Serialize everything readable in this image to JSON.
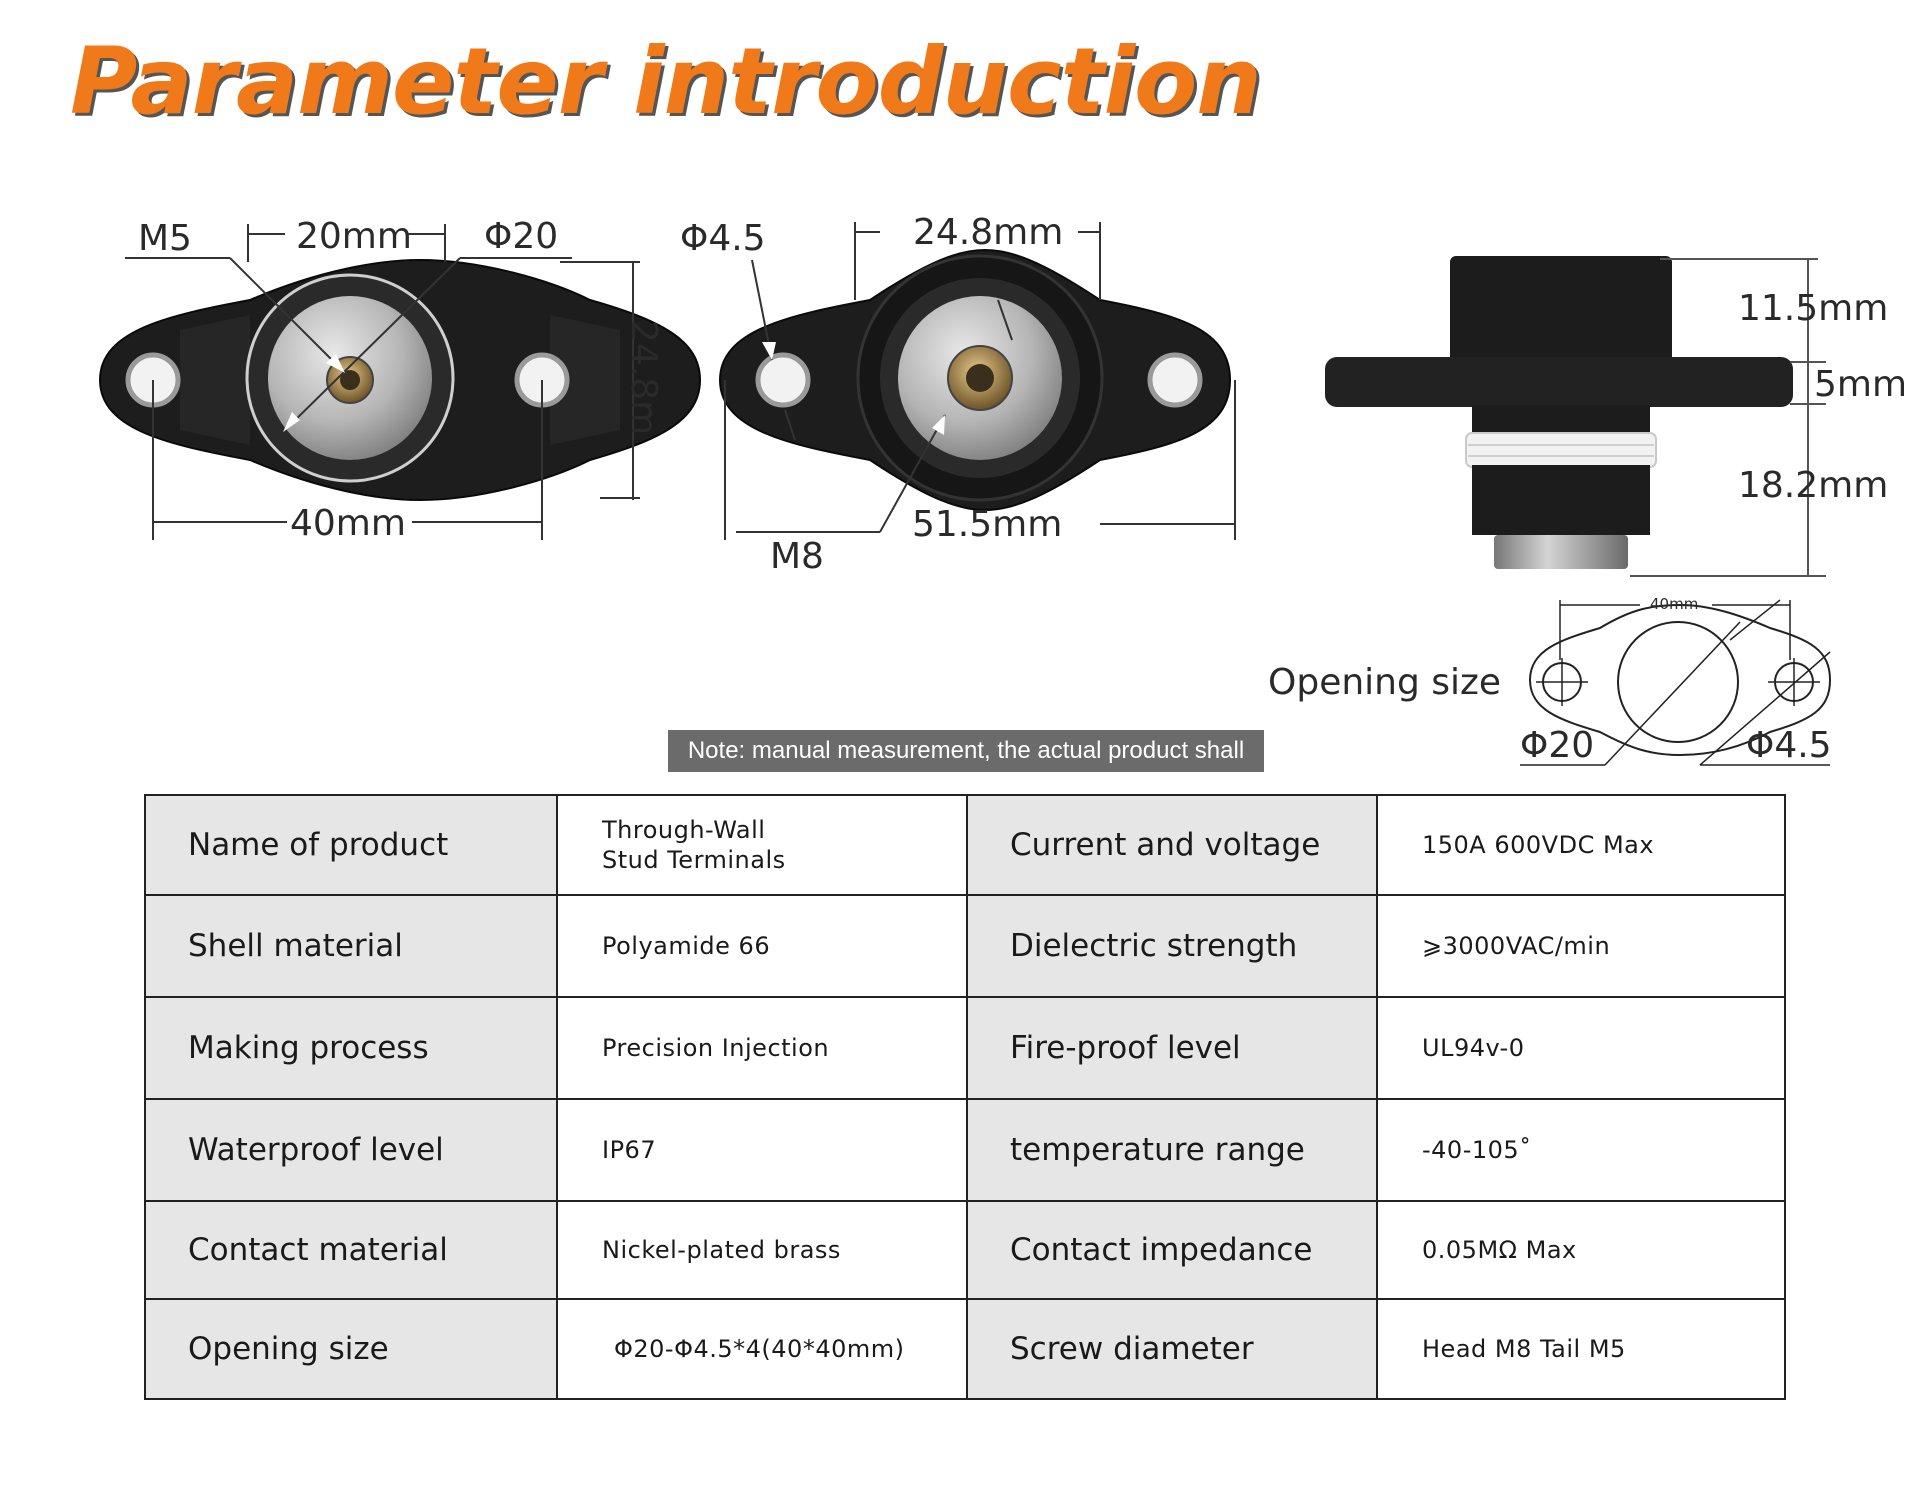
{
  "title": "Parameter introduction",
  "figures": {
    "top_view": {
      "m5": "M5",
      "width_inner": "20mm",
      "phi": "Φ20",
      "height": "24.8m",
      "hole_spacing": "40mm"
    },
    "bottom_view": {
      "phi": "Φ4.5",
      "width_inner": "24.8mm",
      "length": "51.5mm",
      "m8": "M8"
    },
    "side_view": {
      "top_height": "11.5mm",
      "flange_height": "5mm",
      "bottom_height": "18.2mm"
    },
    "opening": {
      "label": "Opening size",
      "width": "40mm",
      "phi_large": "Φ20",
      "phi_small": "Φ4.5"
    }
  },
  "note": "Note: manual measurement, the actual product shall",
  "specs": [
    {
      "label1": "Name of product",
      "value1": "Through-Wall\nStud Terminals",
      "label2": "Current and voltage",
      "value2": "150A 600VDC Max"
    },
    {
      "label1": "Shell material",
      "value1": "Polyamide 66",
      "label2": "Dielectric strength",
      "value2": "⩾3000VAC/min"
    },
    {
      "label1": "Making process",
      "value1": "Precision Injection",
      "label2": "Fire-proof level",
      "value2": "UL94v-0"
    },
    {
      "label1": "Waterproof level",
      "value1": "IP67",
      "label2": "temperature range",
      "value2": "-40-105˚"
    },
    {
      "label1": "Contact material",
      "value1": "Nickel-plated brass",
      "label2": "Contact impedance",
      "value2": "0.05MΩ Max"
    },
    {
      "label1": "Opening size",
      "value1": "Φ20-Φ4.5*4(40*40mm)",
      "label2": "Screw diameter",
      "value2": "Head M8 Tail M5"
    }
  ]
}
